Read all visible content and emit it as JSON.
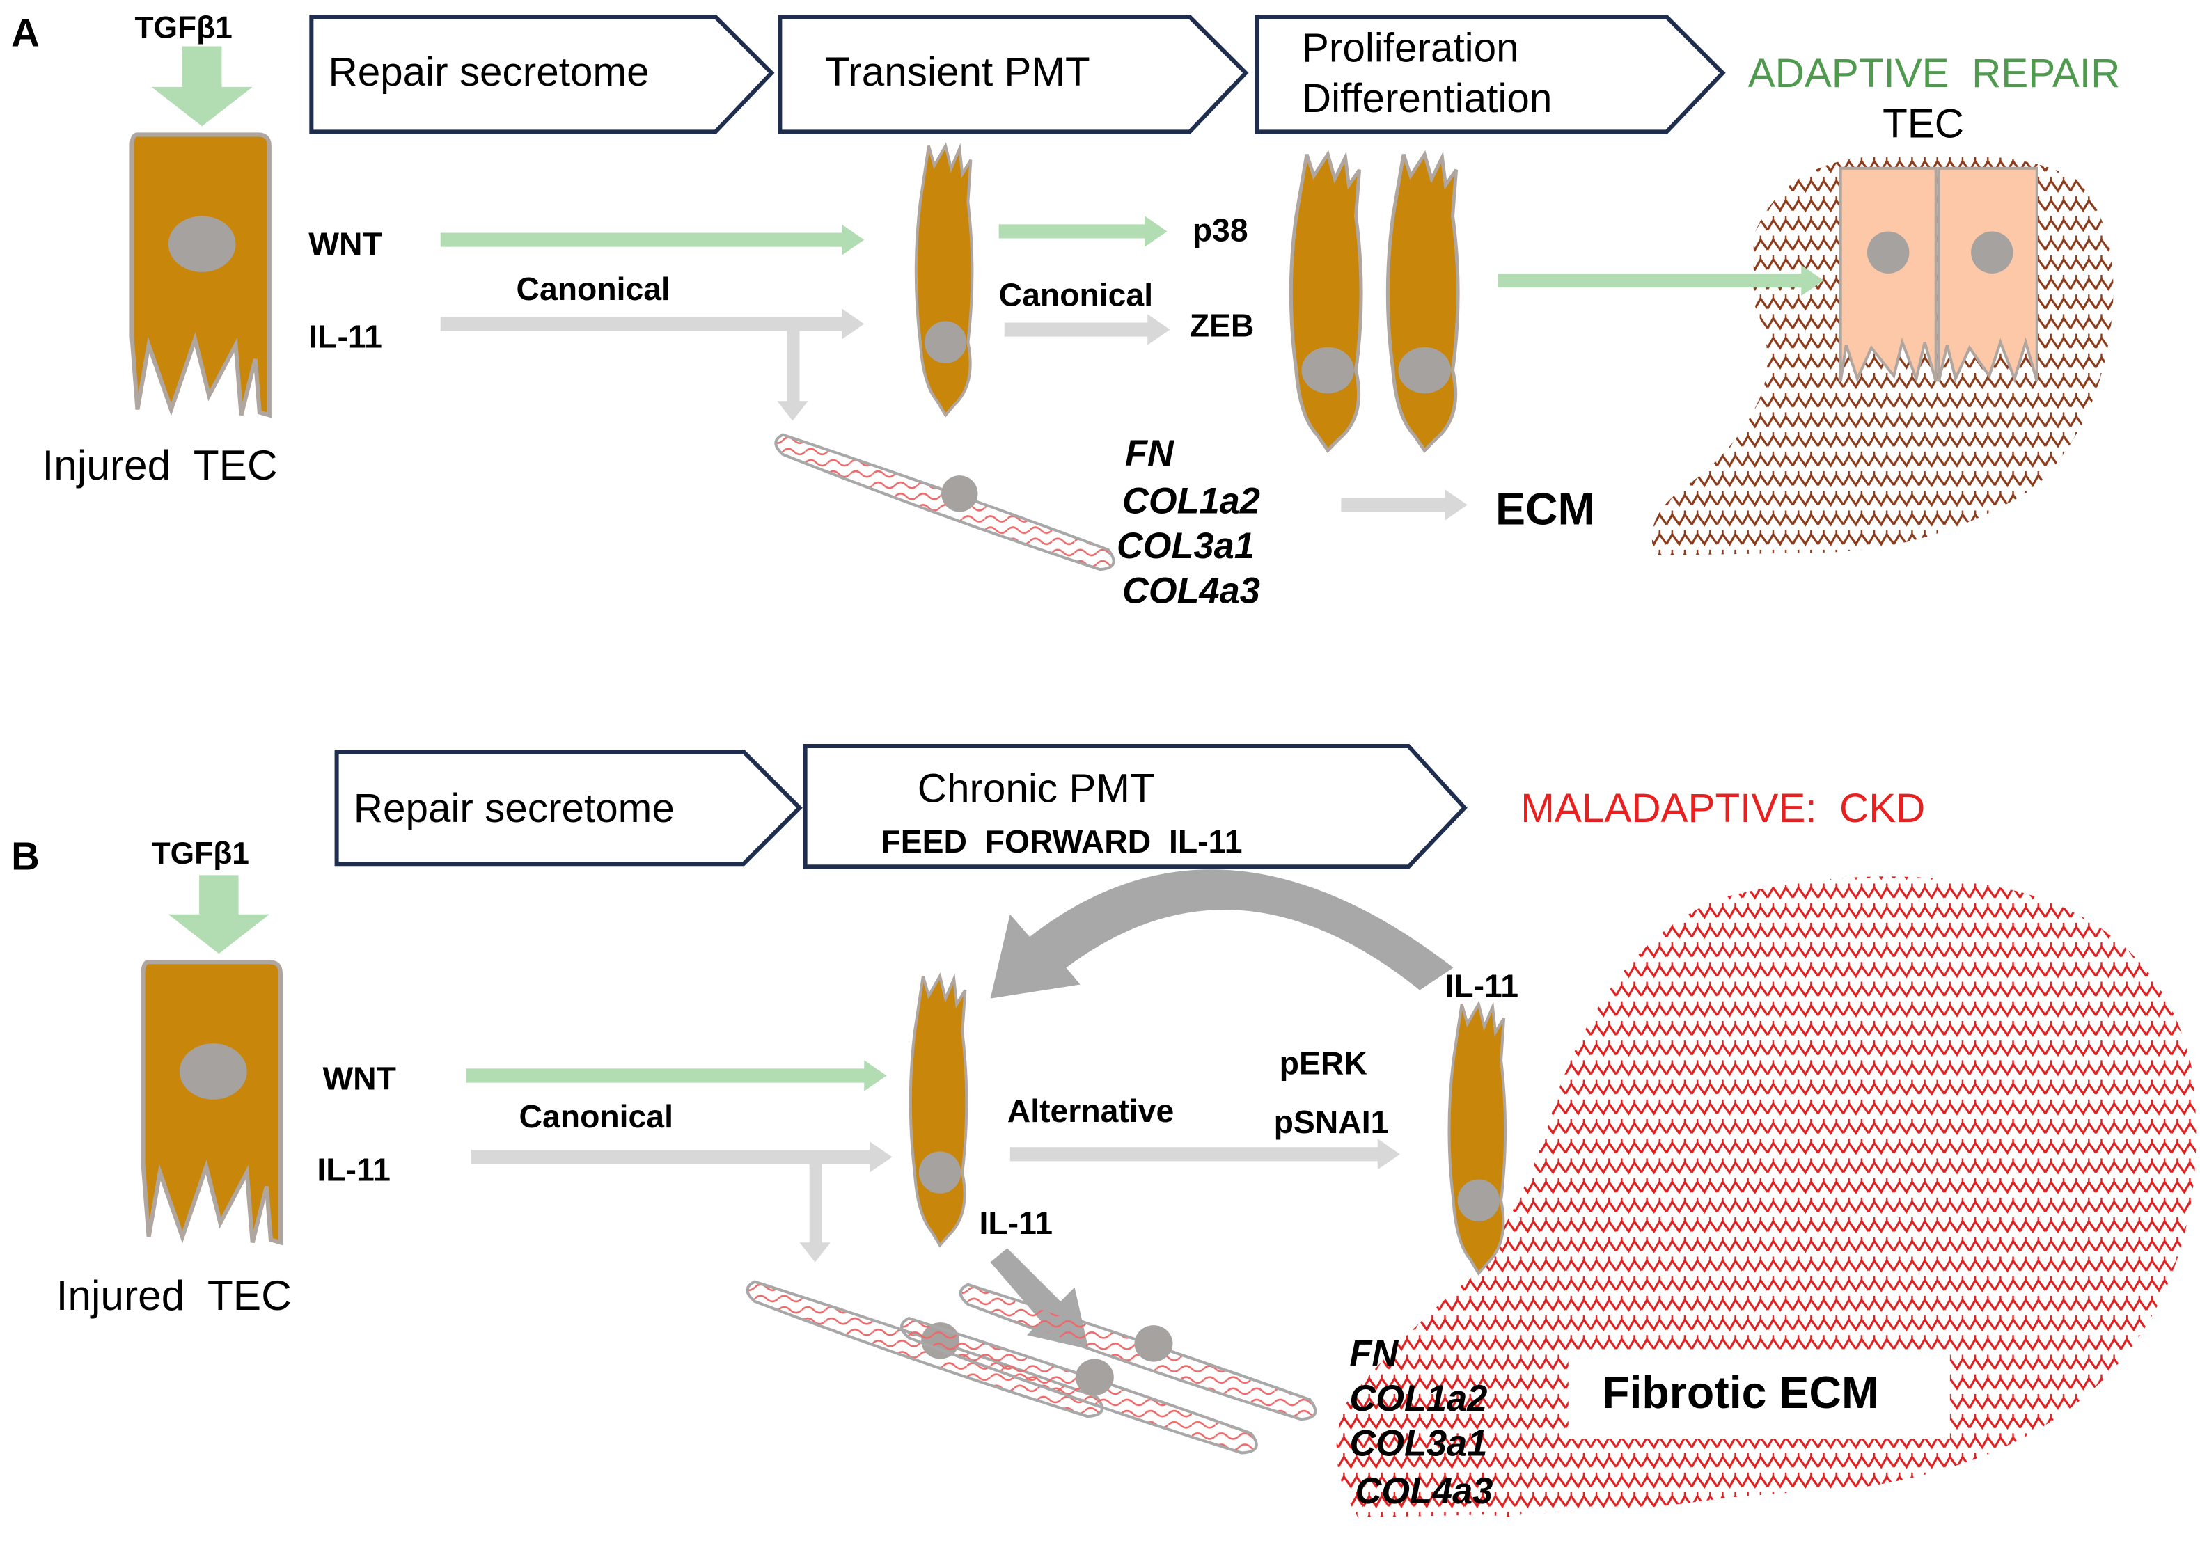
{
  "colors": {
    "cell_fill": "#c8860a",
    "cell_stroke": "#b0a6a0",
    "nucleus": "#a6a2a0",
    "tec_fill": "#fcc8a8",
    "arrow_green": "#b2dcb2",
    "arrow_gray": "#d8d8d8",
    "arrow_dark": "#a8a8a8",
    "box_stroke": "#1f2d4e",
    "adaptive_text": "#4f9a4f",
    "maladaptive_text": "#e82020",
    "ecm_brown": "#8b3a1a",
    "ecm_red": "#e02020"
  },
  "panel_a": {
    "label": "A",
    "tgf": "TGFβ1",
    "boxes": [
      "Repair secretome",
      "Transient PMT",
      "Proliferation",
      "Differentiation"
    ],
    "outcome_line1": "ADAPTIVE  REPAIR",
    "outcome_line2": "TEC",
    "wnt": "WNT",
    "il11": "IL-11",
    "canonical": "Canonical",
    "canonical2": "Canonical",
    "p38": "p38",
    "zeb": "ZEB",
    "cell_label": "Injured  TEC",
    "genes": [
      "FN",
      "COL1a2",
      "COL3a1",
      "COL4a3"
    ],
    "ecm": "ECM"
  },
  "panel_b": {
    "label": "B",
    "tgf": "TGFβ1",
    "boxes": [
      "Repair secretome",
      "Chronic PMT",
      "FEED  FORWARD  IL-11"
    ],
    "outcome": "MALADAPTIVE:  CKD",
    "wnt": "WNT",
    "il11": "IL-11",
    "canonical": "Canonical",
    "alternative": "Alternative",
    "perk": "pERK",
    "psnai": "pSNAI1",
    "il11_top": "IL-11",
    "il11_mid": "IL-11",
    "cell_label": "Injured  TEC",
    "genes": [
      "FN",
      "COL1a2",
      "COL3a1",
      "COL4a3"
    ],
    "ecm": "Fibrotic ECM"
  }
}
